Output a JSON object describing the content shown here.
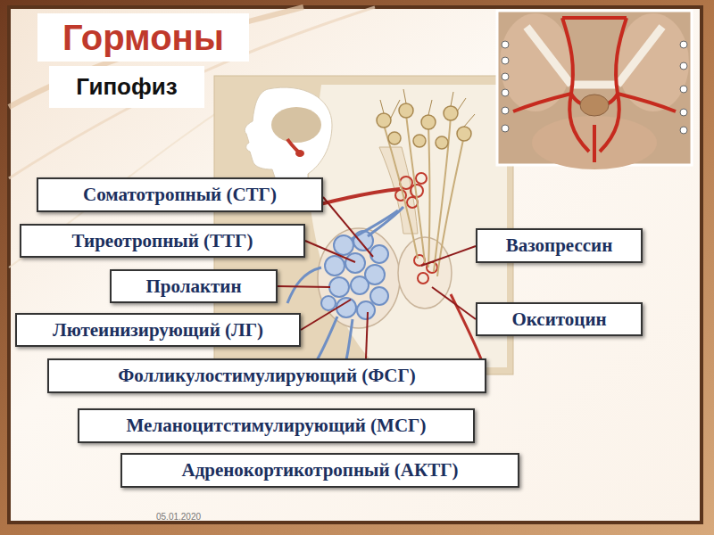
{
  "diagram": {
    "title": "Гормоны",
    "nodes": [
      {
        "text": [
          "Соматотропный (СТГ)"
        ]
      },
      {
        "text": [
          "Тиреотропный (ТТГ)"
        ]
      },
      {
        "text": [
          "Вазопрессин"
        ]
      },
      {
        "text": [
          "Пролактин"
        ]
      },
      {
        "text": [
          "Окситоцин"
        ]
      },
      {
        "text": [
          "Лютеинизирующий (ЛГ)"
        ]
      },
      {
        "text": [
          "Фолликулостимулирующий (ФСГ)"
        ]
      },
      {
        "text": [
          "Меланоцитстимулирующий (МСГ)"
        ]
      },
      {
        "text": [
          "Адренокортикотропный (АКТГ)"
        ]
      }
    ],
    "labels": [
      "Гипофиз",
      "05.01.2020"
    ]
  }
}
